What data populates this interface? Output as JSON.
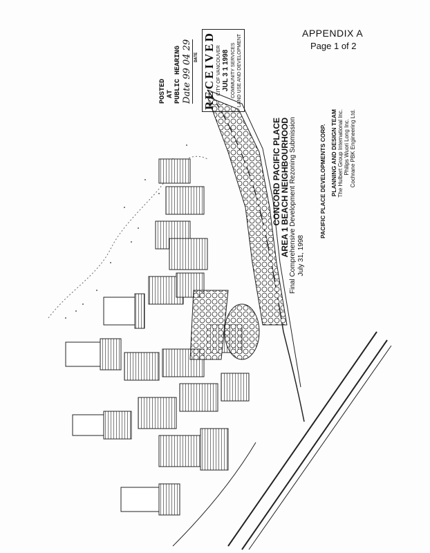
{
  "header": {
    "appendix": "APPENDIX   A",
    "page": "Page 1 of 2"
  },
  "title_block": {
    "line1": "CONCORD PACIFIC PLACE",
    "line2": "AREA 1 BEACH NEIGHBOURHOOD",
    "line3": "Final Comprehensive Development Rezoning Submission",
    "line4": "July 31, 1998"
  },
  "developer": "PACIFIC PLACE DEVELOPMENTS CORP.",
  "team": {
    "heading": "PLANNING AND DESIGN TEAM",
    "members": [
      "The Hulbert Group International Inc.",
      "Philips Wuori Long Inc.",
      "Cochrane PBK Engineering Ltd."
    ]
  },
  "stamp": {
    "received": "RECEIVED",
    "city": "CITY OF VANCOUVER",
    "date": "JUL 3 1 1998",
    "dept1": "COMMUNITY SERVICES",
    "dept2": "LAND USE AND DEVELOPMENT"
  },
  "posted": {
    "line1": "POSTED",
    "line2": "AT",
    "line3": "PUBLIC HEARING",
    "handwritten_date": "Date 99 04 29",
    "date_label": "DATE"
  }
}
